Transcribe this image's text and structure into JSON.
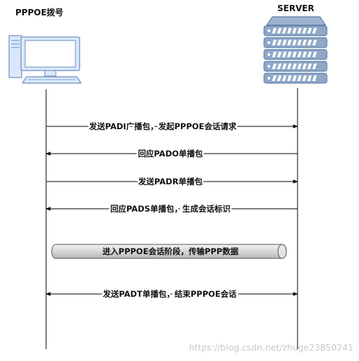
{
  "client": {
    "title": "PPPOE拨号",
    "icon": "desktop-computer-icon"
  },
  "server": {
    "title": "SERVER",
    "icon": "server-rack-icon"
  },
  "messages": [
    {
      "label": "发送PADI广播包，发起PPPOE会话请求",
      "direction": "client-to-server"
    },
    {
      "label": "回应PADO单播包",
      "direction": "server-to-client"
    },
    {
      "label": "发送PADR单播包",
      "direction": "client-to-server"
    },
    {
      "label": "回应PADS单播包，生成会话标识",
      "direction": "server-to-client"
    }
  ],
  "session": {
    "label": "进入PPPOE会话阶段，传输PPP数据"
  },
  "termination": {
    "label": "发送PADT单播包，结束PPPOE会话",
    "direction": "bidirectional"
  },
  "watermark": "https://blog.csdn.net/zhuge23850241",
  "colors": {
    "line": "#000000",
    "device_fill": "#dae8fc",
    "device_stroke": "#6c8ebf",
    "server_fill": "#8fa8c8",
    "server_stroke": "#5f7fa8",
    "pipe_fill": "#dcdcdc",
    "pipe_stroke": "#555555"
  }
}
